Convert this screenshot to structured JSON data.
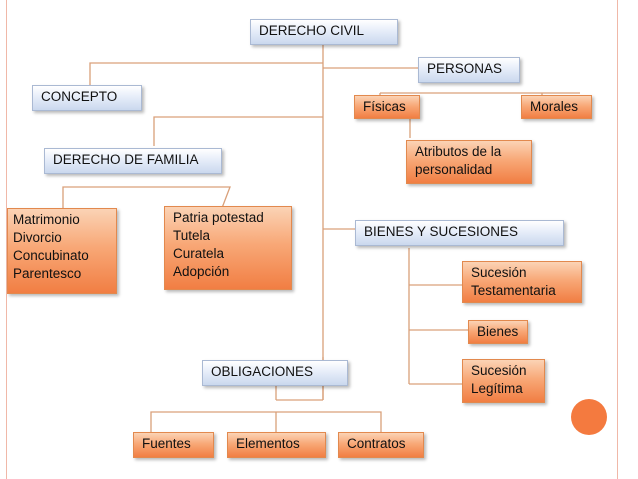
{
  "diagram": {
    "root": "DERECHO CIVIL",
    "personas": {
      "title": "PERSONAS",
      "children": [
        "Físicas",
        "Morales",
        "Atributos de la\npersonalidad"
      ]
    },
    "concepto": "CONCEPTO",
    "familia": {
      "title": "DERECHO DE FAMILIA",
      "children": [
        "Matrimonio\nDivorcio\nConcubinato\nParentesco",
        "Patria potestad\nTutela\nCuratela\nAdopción"
      ]
    },
    "bienes": {
      "title": "BIENES Y SUCESIONES",
      "children": [
        "Sucesión\nTestamentaria",
        "Bienes",
        "Sucesión\nLegítima"
      ]
    },
    "obligaciones": {
      "title": "OBLIGACIONES",
      "children": [
        "Fuentes",
        "Elementos",
        "Contratos"
      ]
    }
  },
  "colors": {
    "connector": "#d9a07a",
    "accent_orange": "#f47a3f",
    "frame_line": "#f0b8a8"
  }
}
